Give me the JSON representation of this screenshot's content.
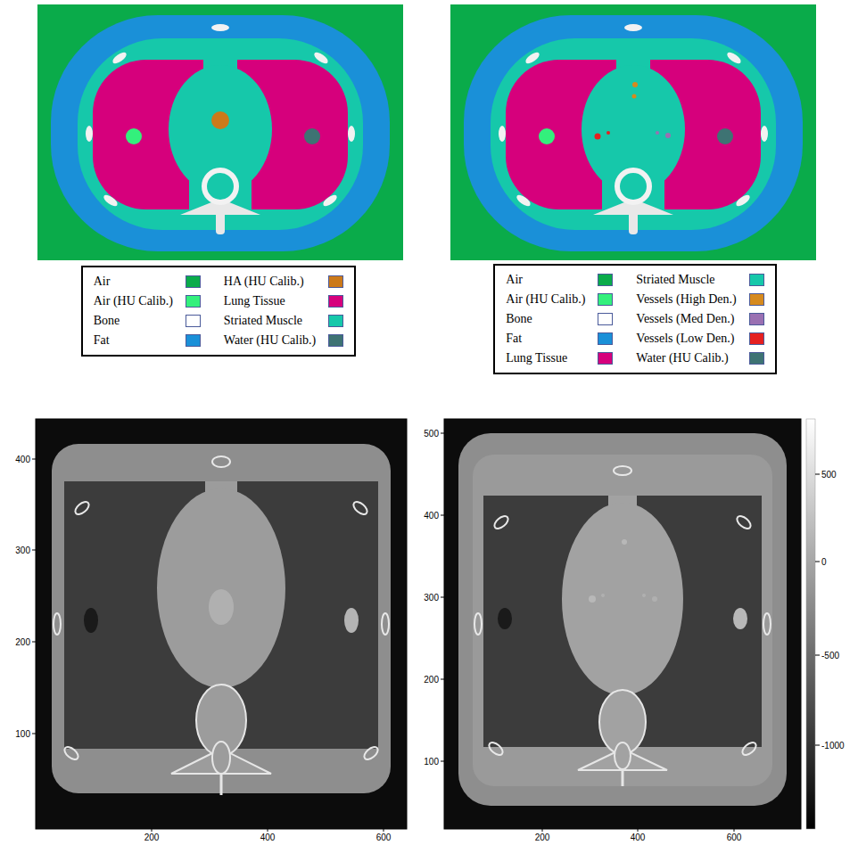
{
  "diagram": {
    "labels": [
      "400",
      "300",
      "200",
      "100",
      "200",
      "400",
      "600",
      "500",
      "400",
      "300",
      "200",
      "100",
      "200",
      "400",
      "600",
      "500",
      "0",
      "-500",
      "-1000"
    ],
    "legend": [
      {
        "text": "Air",
        "color": "#0aab4a"
      },
      {
        "text": "Air (HU Calib.)",
        "color": "#33f07c"
      },
      {
        "text": "Bone",
        "color": "#ffffff"
      },
      {
        "text": "Fat",
        "color": "#1a90d8"
      },
      {
        "text": "HA (HU Calib.)",
        "color": "#cc7a1a"
      },
      {
        "text": "Lung Tissue",
        "color": "#d6007c"
      },
      {
        "text": "Striated Muscle",
        "color": "#16c8aa"
      },
      {
        "text": "Water (HU Calib.)",
        "color": "#3e7373"
      },
      {
        "text": "Air",
        "color": "#0aab4a"
      },
      {
        "text": "Air (HU Calib.)",
        "color": "#33f07c"
      },
      {
        "text": "Bone",
        "color": "#ffffff"
      },
      {
        "text": "Fat",
        "color": "#1a90d8"
      },
      {
        "text": "Lung Tissue",
        "color": "#d6007c"
      },
      {
        "text": "Striated Muscle",
        "color": "#16c8aa"
      },
      {
        "text": "Vessels (High Den.)",
        "color": "#d68a1e"
      },
      {
        "text": "Vessels (Med Den.)",
        "color": "#9a70b2"
      },
      {
        "text": "Vessels (Low Den.)",
        "color": "#e52020"
      },
      {
        "text": "Water (HU Calib.)",
        "color": "#3e7373"
      }
    ]
  }
}
